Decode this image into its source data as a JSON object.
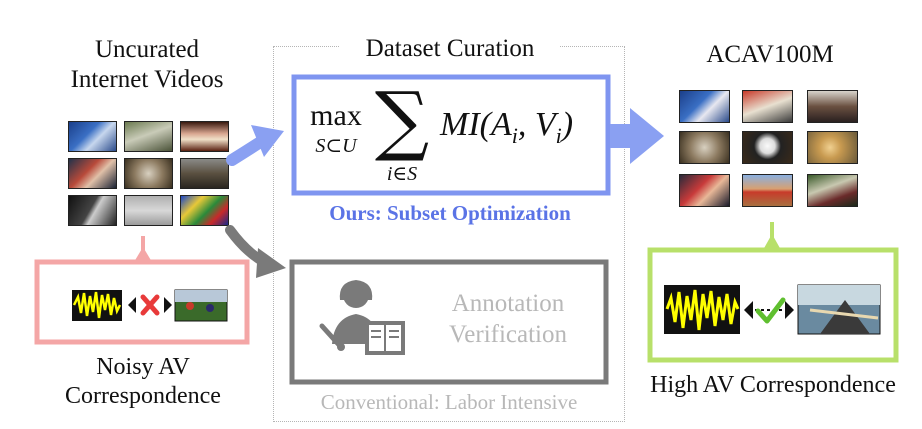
{
  "left": {
    "title_line1": "Uncurated",
    "title_line2": "Internet Videos",
    "caption_line1": "Noisy AV",
    "caption_line2": "Correspondence"
  },
  "middle": {
    "title": "Dataset Curation",
    "formula": {
      "max": "max",
      "constraint": "S⊂U",
      "sigma": "∑",
      "sum_index": "i∈S",
      "expression": "MI(A",
      "sub_a": "i",
      "comma_v": ", V",
      "sub_v": "i",
      "close": ")"
    },
    "ours_label": "Ours: Subset Optimization",
    "annotation_line1": "Annotation",
    "annotation_line2": "Verification",
    "conventional_label": "Conventional: Labor Intensive"
  },
  "right": {
    "title": "ACAV100M",
    "caption": "High AV Correspondence"
  },
  "colors": {
    "blue": "#7f95f0",
    "blue_text": "#5a73e6",
    "gray": "#7a7a7a",
    "light_gray_text": "#b8b8b8",
    "pink": "#f4a6a6",
    "green": "#b8e06a",
    "waveform": "#ffff00",
    "red_cross": "#e83a3a",
    "green_check": "#5fbf2f"
  },
  "icons": [
    "arrow-right-icon",
    "arrow-down-right-icon",
    "teacher-icon",
    "cross-icon",
    "check-icon",
    "double-arrow-icon"
  ]
}
